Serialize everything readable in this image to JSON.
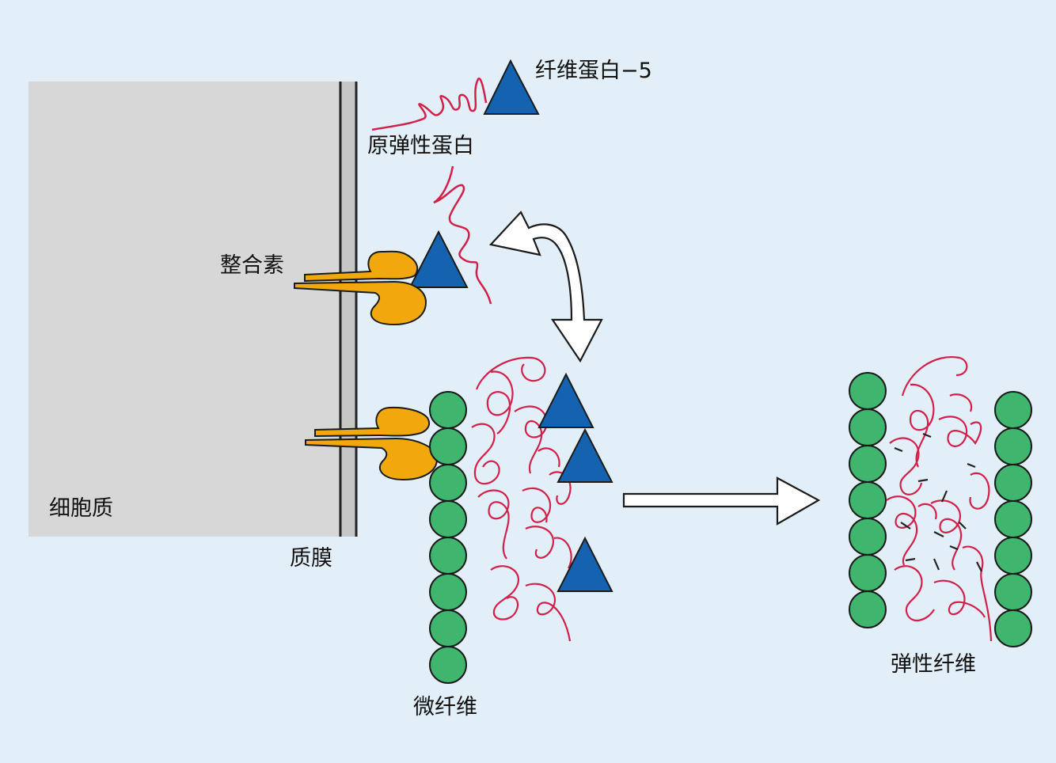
{
  "labels": {
    "fibulin5": "纤维蛋白−5",
    "tropoelastin": "原弹性蛋白",
    "integrin": "整合素",
    "cytoplasm": "细胞质",
    "plasma_membrane": "质膜",
    "microfibril": "微纤维",
    "elastic_fiber": "弹性纤维"
  },
  "colors": {
    "background": "#e2eef8",
    "cytoplasm": "#d7d7d7",
    "fibulin_triangle": "#1563b0",
    "integrin": "#f0a80c",
    "tropoelastin": "#d3204a",
    "microfibril_bead": "#3fb56e",
    "arrow_fill": "#ffffff",
    "crosslink": "#222222"
  },
  "icons": {
    "fibulin": "blue-triangle",
    "integrin": "orange-receptor-shape",
    "tropoelastin": "red-squiggle",
    "microfibril": "green-bead-chain",
    "flow_arrow": "white-arrow"
  }
}
